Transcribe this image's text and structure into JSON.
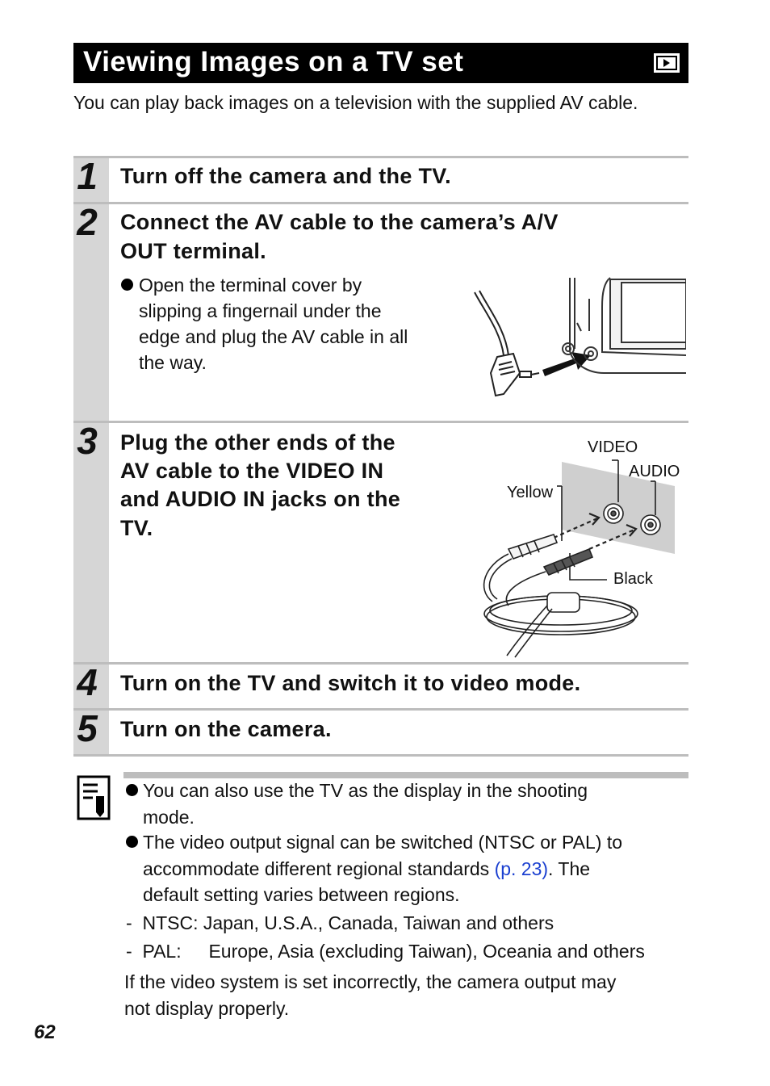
{
  "header": {
    "title": "Viewing Images on a TV set",
    "mode_icon": "playback-icon"
  },
  "intro": "You can play back images on a television with the supplied AV cable.",
  "steps": [
    {
      "number": "1",
      "title": "Turn off the camera and the TV."
    },
    {
      "number": "2",
      "title_line1": "Connect the AV cable to the camera’s A/V",
      "title_line2": "OUT terminal.",
      "bullet_lines": [
        "Open the terminal cover by",
        "slipping a fingernail under the",
        "edge and plug the AV cable in all",
        "the way."
      ]
    },
    {
      "number": "3",
      "title_lines": [
        "Plug the other ends of the",
        "AV cable to the VIDEO IN",
        "and AUDIO IN jacks on the",
        "TV."
      ],
      "labels": {
        "video": "VIDEO",
        "audio": "AUDIO",
        "yellow": "Yellow",
        "black": "Black"
      }
    },
    {
      "number": "4",
      "title": "Turn on the TV and switch it to video mode."
    },
    {
      "number": "5",
      "title": "Turn on the camera."
    }
  ],
  "notes": {
    "icon": "memo-icon",
    "bullet1_lines": [
      "You can also use the TV as the display in the shooting",
      "mode."
    ],
    "bullet2_line1": "The video output signal can be switched (NTSC or PAL) to",
    "bullet2_line2_pre": "accommodate different regional standards ",
    "bullet2_link": "(p. 23)",
    "bullet2_line2_post": ". The",
    "bullet2_line3": "default setting varies between regions.",
    "ntsc_label": "NTSC:",
    "ntsc_value": "Japan, U.S.A., Canada, Taiwan and others",
    "pal_label": "PAL:",
    "pal_value": "Europe, Asia (excluding Taiwan), Oceania and others",
    "footer_lines": [
      "If the video system is set incorrectly, the camera output may",
      "not display properly."
    ]
  },
  "page_number": "62",
  "colors": {
    "link": "#1a3fd0",
    "step_bar": "#d6d6d6",
    "rule": "#bdbdbd"
  }
}
